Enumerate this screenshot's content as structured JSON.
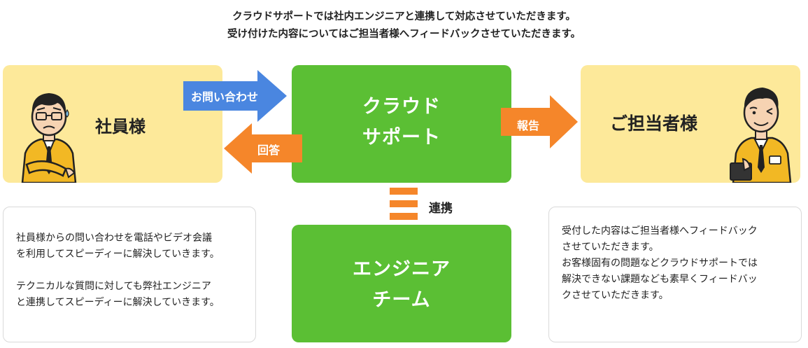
{
  "intro": {
    "line1": "クラウドサポートでは社内エンジニアと連携して対応させていただきます。",
    "line2": "受け付けた内容についてはご担当者様へフィードバックさせていただきます。"
  },
  "employee": {
    "label": "社員様"
  },
  "cloud_support": {
    "line1": "クラウド",
    "line2": "サポート"
  },
  "manager": {
    "label": "ご担当者様"
  },
  "engineer_team": {
    "line1": "エンジニア",
    "line2": "チーム"
  },
  "arrows": {
    "inquiry": "お問い合わせ",
    "answer": "回答",
    "report": "報告"
  },
  "link": {
    "label": "連携"
  },
  "note_left": {
    "p1_line1": "社員様からの問い合わせを電話やビデオ会議",
    "p1_line2": "を利用してスピーディーに解決していきます。",
    "p2_line1": "テクニカルな質問に対しても弊社エンジニア",
    "p2_line2": "と連携してスピーディーに解決していきます。"
  },
  "note_right": {
    "line1": "受付した内容はご担当者様へフィードバック",
    "line2": "させていただきます。",
    "line3": "お客様固有の問題などクラウドサポートでは",
    "line4": "解決できない課題なども素早くフィードバッ",
    "line5": "クさせていただきます。"
  },
  "colors": {
    "yellow_panel": "#fde99a",
    "green_panel": "#5bbf34",
    "blue_arrow": "#4a86e0",
    "orange_arrow": "#f5862a"
  }
}
